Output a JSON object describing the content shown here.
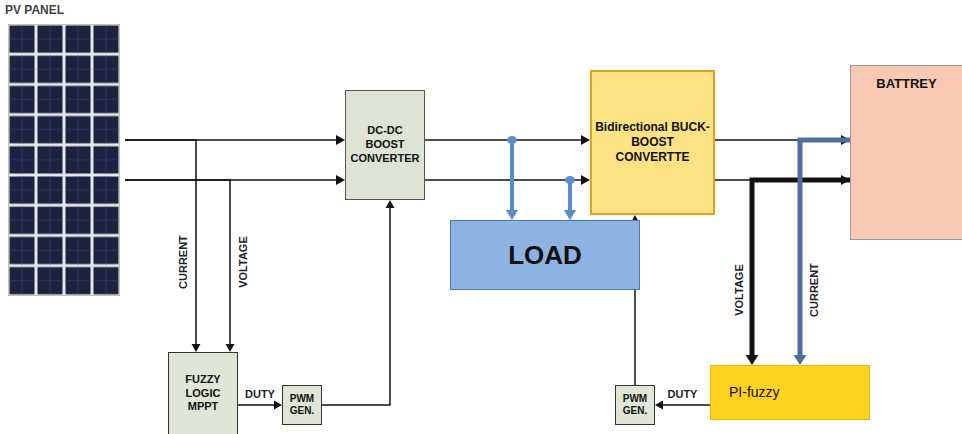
{
  "diagram": {
    "nodes": [
      {
        "text": [
          "PV PANEL"
        ]
      },
      {
        "text": [
          "DC-DC BOOST CONVERTER"
        ]
      },
      {
        "text": [
          "Bidirectional BUCK- BOOST CONVERTTE"
        ]
      },
      {
        "text": [
          "BATTREY"
        ]
      },
      {
        "text": [
          "LOAD"
        ]
      },
      {
        "text": [
          "FUZZY LOGIC MPPT"
        ]
      },
      {
        "text": [
          "PWM GEN."
        ]
      },
      {
        "text": [
          "PWM GEN."
        ]
      },
      {
        "text": [
          "PI-fuzzy"
        ]
      }
    ],
    "edges": [
      {
        "from": 0,
        "to": 1,
        "arrow": "to"
      },
      {
        "from": 0,
        "to": 1,
        "arrow": "to"
      },
      {
        "from": 1,
        "to": 2,
        "arrow": "to"
      },
      {
        "from": 1,
        "to": 2,
        "arrow": "to"
      },
      {
        "from": 1,
        "to": 4,
        "arrow": "to"
      },
      {
        "from": 1,
        "to": 4,
        "arrow": "to"
      },
      {
        "from": 2,
        "to": 3,
        "arrow": "to"
      },
      {
        "from": 2,
        "to": 3,
        "arrow": "to"
      },
      {
        "from": 0,
        "to": 5,
        "label": "CURRENT",
        "arrow": "to"
      },
      {
        "from": 0,
        "to": 5,
        "label": "VOLTAGE",
        "arrow": "to"
      },
      {
        "from": 5,
        "to": 6,
        "label": "DUTY",
        "arrow": "to"
      },
      {
        "from": 6,
        "to": 1,
        "arrow": "to"
      },
      {
        "from": 3,
        "to": 8,
        "label": "VOLTAGE",
        "arrow": "to"
      },
      {
        "from": 3,
        "to": 8,
        "label": "CURRENT",
        "arrow": "to"
      },
      {
        "from": 8,
        "to": 7,
        "label": "DUTY",
        "arrow": "to"
      },
      {
        "from": 7,
        "to": 2,
        "arrow": "to"
      }
    ]
  }
}
